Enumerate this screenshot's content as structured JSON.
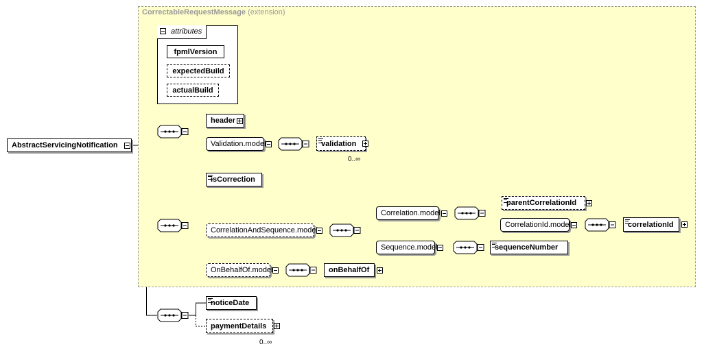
{
  "extension": {
    "name": "CorrectableRequestMessage",
    "note": "(extension)"
  },
  "root": {
    "label": "AbstractServicingNotification"
  },
  "attributes": {
    "title": "attributes",
    "items": [
      "fpmlVersion",
      "expectedBuild",
      "actualBuild"
    ]
  },
  "elements": {
    "header": "header",
    "validation_model": "Validation.model",
    "validation": "validation",
    "validation_mult": "0..∞",
    "is_correction": "isCorrection",
    "correlation_and_sequence_model": "CorrelationAndSequence.model",
    "correlation_model": "Correlation.model",
    "parent_correlation_id": "parentCorrelationId",
    "correlation_id_model": "CorrelationId.model",
    "correlation_id": "correlationId",
    "sequence_model": "Sequence.model",
    "sequence_number": "sequenceNumber",
    "on_behalf_of_model": "OnBehalfOf.model",
    "on_behalf_of": "onBehalfOf",
    "notice_date": "noticeDate",
    "payment_details": "paymentDetails",
    "payment_details_mult": "0..∞"
  }
}
